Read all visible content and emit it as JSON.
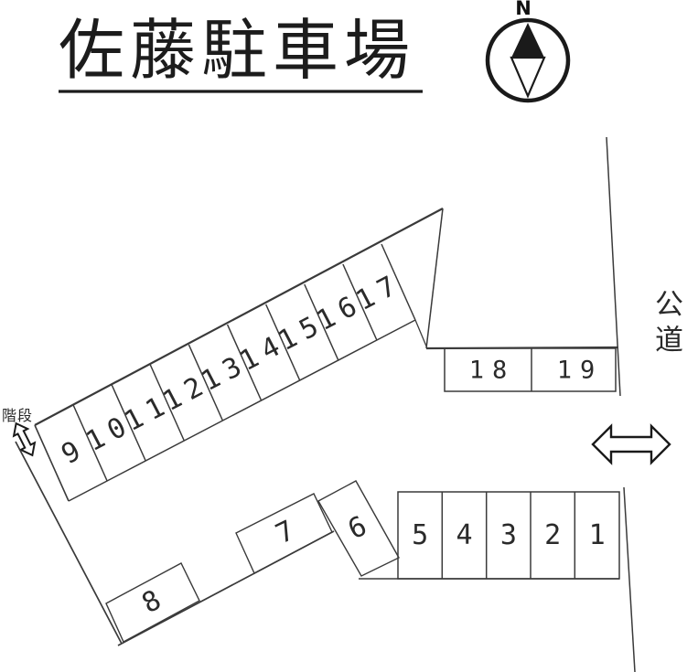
{
  "title": "佐藤駐車場",
  "compass": {
    "north_label": "N"
  },
  "annotations": {
    "stairs": "階段",
    "public_road": "公道"
  },
  "stalls": {
    "diagonal_row": [
      "9",
      "10",
      "11",
      "12",
      "13",
      "14",
      "15",
      "16",
      "17"
    ],
    "upper_right_row": [
      "18",
      "19"
    ],
    "middle_cluster": [
      "8",
      "7",
      "6"
    ],
    "bottom_row": [
      "5",
      "4",
      "3",
      "2",
      "1"
    ]
  },
  "colors": {
    "line": "#3a3a3a",
    "bold_line": "#1a1a1a",
    "text": "#2a2a2a",
    "background": "#ffffff"
  }
}
